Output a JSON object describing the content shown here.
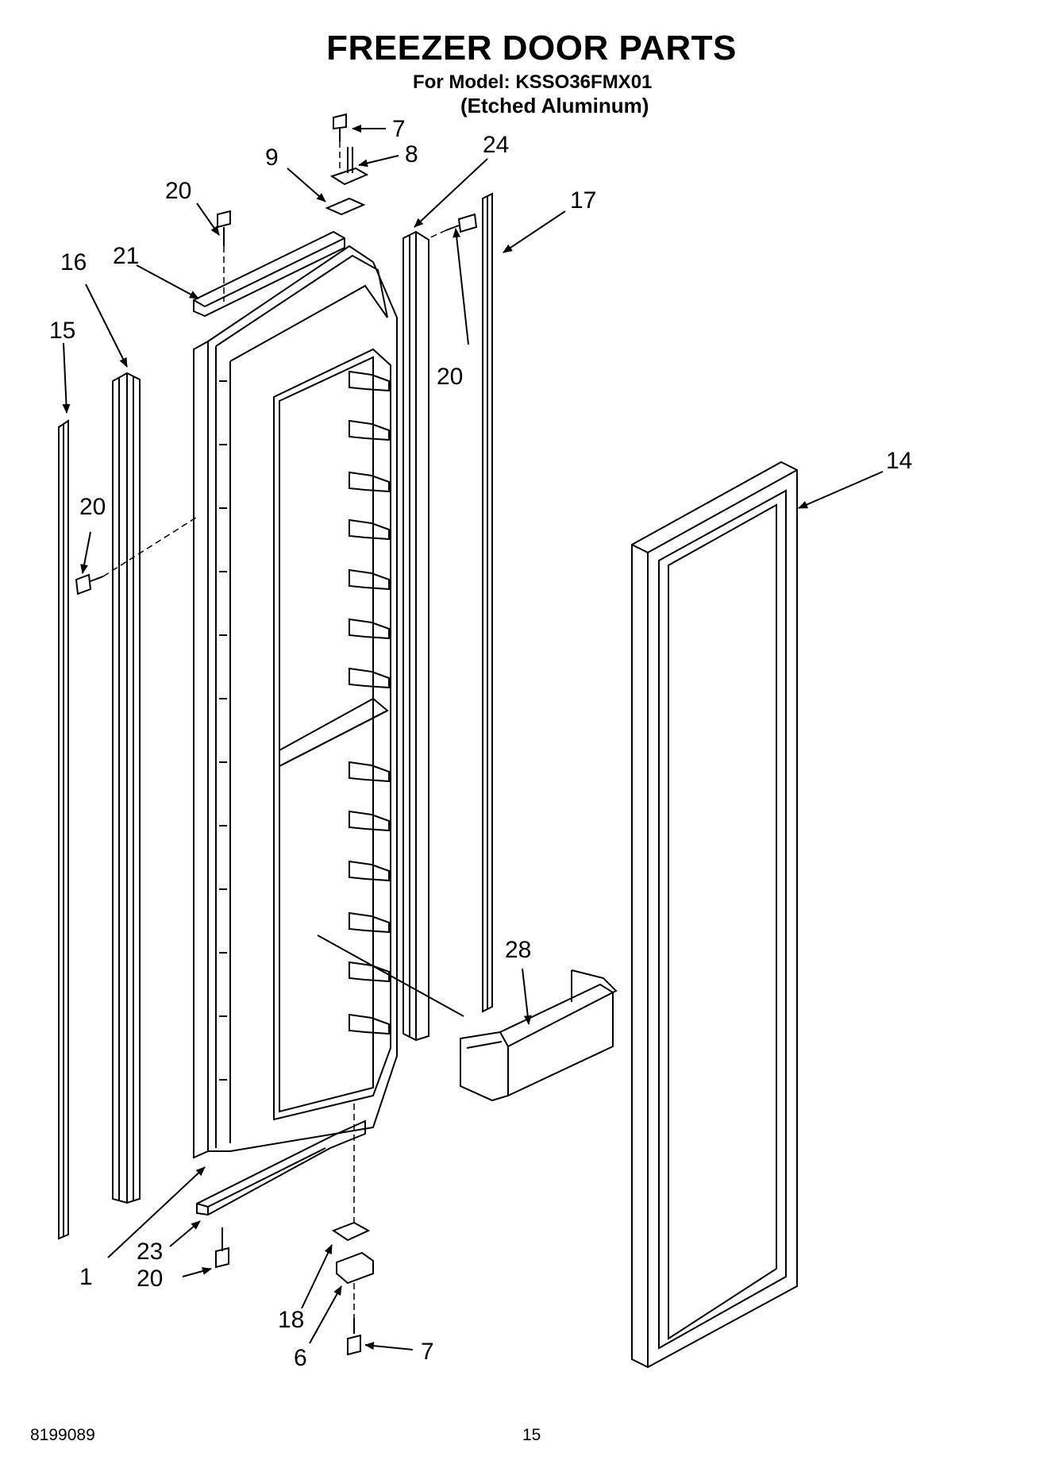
{
  "header": {
    "title": "FREEZER DOOR PARTS",
    "model_line": "For Model: KSSO36FMX01",
    "finish_line": "(Etched Aluminum)"
  },
  "footer": {
    "doc_number": "8199089",
    "page_number": "15"
  },
  "callouts": {
    "c7_top": "7",
    "c8": "8",
    "c9": "9",
    "c24": "24",
    "c17": "17",
    "c20_top": "20",
    "c21": "21",
    "c16": "16",
    "c15": "15",
    "c20_right": "20",
    "c14": "14",
    "c20_left": "20",
    "c28": "28",
    "c23": "23",
    "c1": "1",
    "c20_bottom": "20",
    "c18": "18",
    "c6": "6",
    "c7_bottom": "7"
  }
}
